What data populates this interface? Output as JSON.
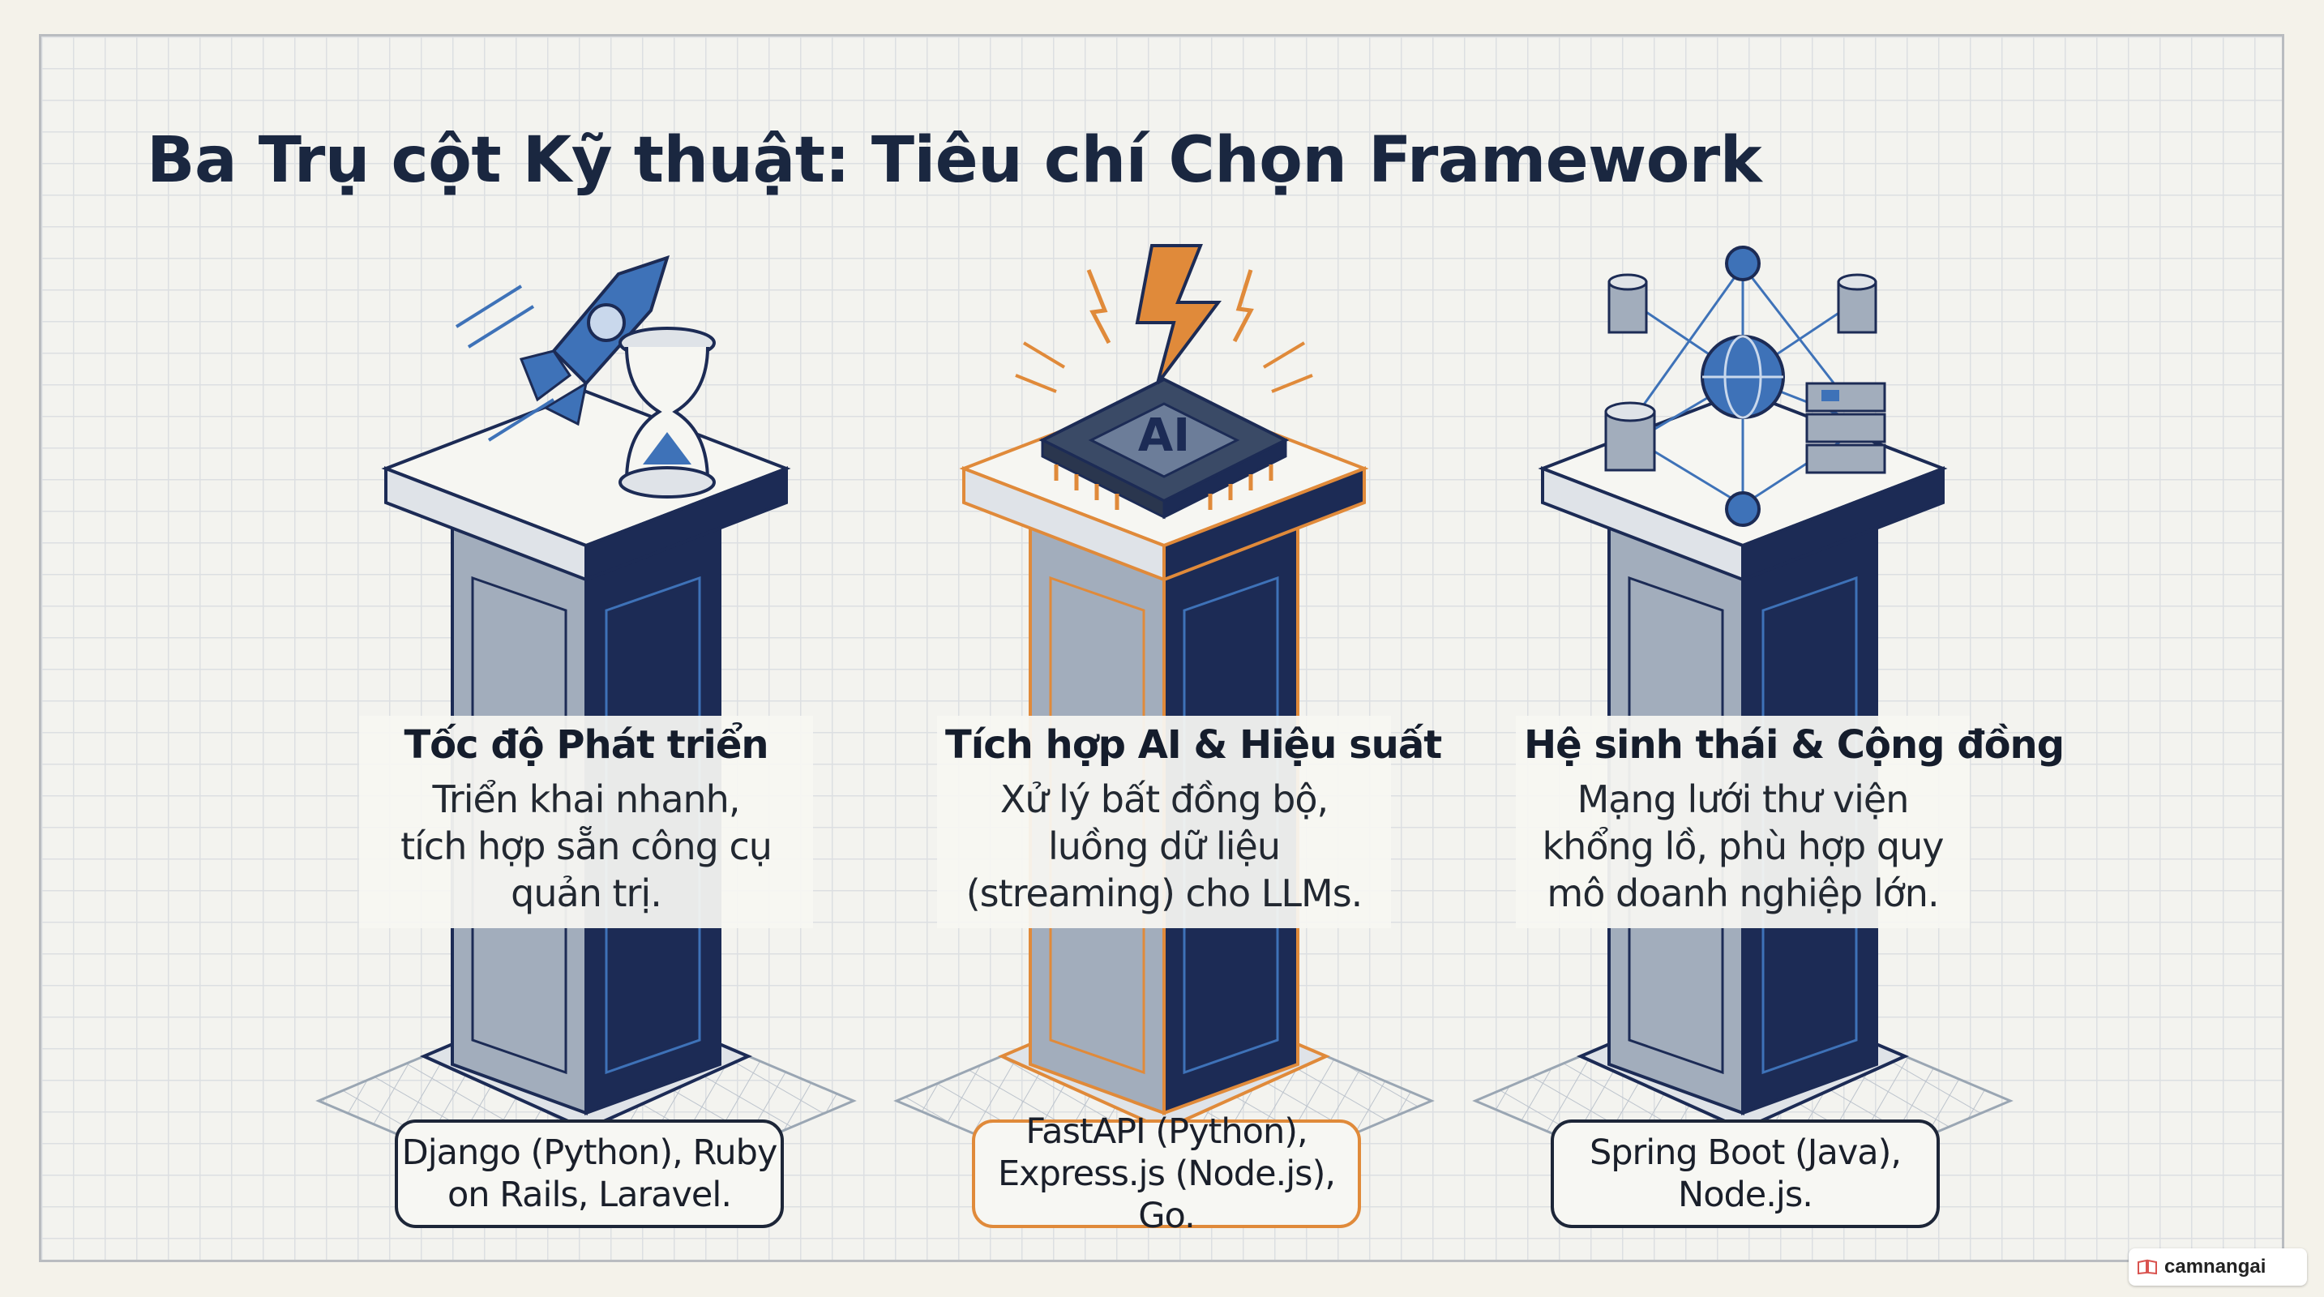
{
  "title": "Ba Trụ cột Kỹ thuật: Tiêu chí Chọn Framework",
  "colors": {
    "navy": "#1c2b55",
    "blue": "#3e72b8",
    "orange": "#e08a3a",
    "slate": "#7e8ca0"
  },
  "pillars": [
    {
      "title": "Tốc độ Phát triển",
      "description": "Triển khai nhanh, tích hợp sẵn công cụ quản trị.",
      "frameworks": "Django (Python), Ruby on Rails, Laravel.",
      "icons": [
        "rocket-icon",
        "hourglass-icon"
      ]
    },
    {
      "title": "Tích hợp AI & Hiệu suất",
      "description": "Xử lý bất đồng bộ, luồng dữ liệu (streaming) cho LLMs.",
      "frameworks": "FastAPI (Python), Express.js (Node.js), Go.",
      "chip_label": "AI",
      "icons": [
        "lightning-icon",
        "ai-chip-icon"
      ]
    },
    {
      "title": "Hệ sinh thái & Cộng đồng",
      "description": "Mạng lưới thư viện khổng lồ, phù hợp quy mô doanh nghiệp lớn.",
      "frameworks": "Spring Boot (Java), Node.js.",
      "icons": [
        "network-globe-icon",
        "database-icon",
        "server-icon"
      ]
    }
  ],
  "brand": {
    "name": "camnangai",
    "icon": "book-icon"
  }
}
